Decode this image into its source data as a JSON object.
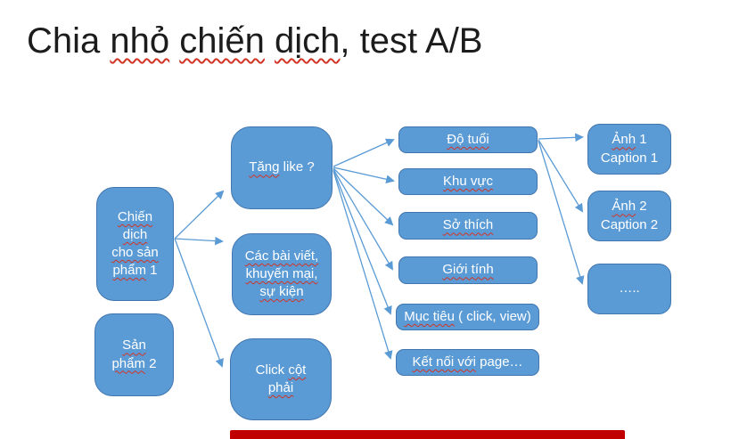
{
  "title": {
    "segments": [
      {
        "text": "Chia ",
        "misspelled": false
      },
      {
        "text": "nhỏ",
        "misspelled": true
      },
      {
        "text": " ",
        "misspelled": false
      },
      {
        "text": "chiến",
        "misspelled": true
      },
      {
        "text": " ",
        "misspelled": false
      },
      {
        "text": "dịch",
        "misspelled": true
      },
      {
        "text": ", test A/B",
        "misspelled": false
      }
    ]
  },
  "colors": {
    "background": "#FFFFFF",
    "box_fill": "#5B9BD5",
    "box_border": "#4176AE",
    "box_text": "#FFFFFF",
    "arrow": "#5B9BD5",
    "squiggle": "#D23425",
    "title_text": "#1C1C1C",
    "footer_bar": "#C00000"
  },
  "diagram": {
    "campaign_product1": {
      "lines": [
        [
          {
            "text": "Chiến",
            "misspelled": true
          }
        ],
        [
          {
            "text": "dịch",
            "misspelled": true
          }
        ],
        [
          {
            "text": "cho sản",
            "misspelled": true
          }
        ],
        [
          {
            "text": "phẩm",
            "misspelled": true
          },
          {
            "text": " 1",
            "misspelled": false
          }
        ]
      ]
    },
    "product2": {
      "lines": [
        [
          {
            "text": "Sản",
            "misspelled": true
          }
        ],
        [
          {
            "text": "phẩm",
            "misspelled": true
          },
          {
            "text": " 2",
            "misspelled": false
          }
        ]
      ]
    },
    "increase_like": {
      "lines": [
        [
          {
            "text": "Tăng",
            "misspelled": true
          },
          {
            "text": " like ?",
            "misspelled": false
          }
        ]
      ]
    },
    "posts_promos": {
      "lines": [
        [
          {
            "text": "Các bài viết,",
            "misspelled": true
          }
        ],
        [
          {
            "text": "khuyến mại,",
            "misspelled": true
          }
        ],
        [
          {
            "text": "sự kiện",
            "misspelled": true
          }
        ]
      ]
    },
    "click_right_column": {
      "lines": [
        [
          {
            "text": "Click ",
            "misspelled": false
          },
          {
            "text": "cột",
            "misspelled": true
          }
        ],
        [
          {
            "text": "phải",
            "misspelled": true
          }
        ]
      ]
    },
    "age": {
      "lines": [
        [
          {
            "text": "Độ tuổi",
            "misspelled": true
          }
        ]
      ]
    },
    "region": {
      "lines": [
        [
          {
            "text": "Khu vực",
            "misspelled": true
          }
        ]
      ]
    },
    "interest": {
      "lines": [
        [
          {
            "text": "Sở thích",
            "misspelled": true
          }
        ]
      ]
    },
    "gender": {
      "lines": [
        [
          {
            "text": "Giới tính",
            "misspelled": true
          }
        ]
      ]
    },
    "objective": {
      "lines": [
        [
          {
            "text": "Mục tiêu",
            "misspelled": true
          },
          {
            "text": " ( click, view)",
            "misspelled": false
          }
        ]
      ]
    },
    "page_connect": {
      "lines": [
        [
          {
            "text": "Kết nối với",
            "misspelled": true
          },
          {
            "text": " page…",
            "misspelled": false
          }
        ]
      ]
    },
    "photo1": {
      "lines": [
        [
          {
            "text": "Ảnh",
            "misspelled": true
          },
          {
            "text": " 1",
            "misspelled": false
          }
        ],
        [
          {
            "text": "Caption 1",
            "misspelled": false
          }
        ]
      ]
    },
    "photo2": {
      "lines": [
        [
          {
            "text": "Ảnh",
            "misspelled": true
          },
          {
            "text": " 2",
            "misspelled": false
          }
        ],
        [
          {
            "text": "Caption 2",
            "misspelled": false
          }
        ]
      ]
    },
    "more": {
      "lines": [
        [
          {
            "text": "…..",
            "misspelled": false
          }
        ]
      ]
    },
    "connections": [
      {
        "from": "campaign_product1",
        "to": "increase_like"
      },
      {
        "from": "campaign_product1",
        "to": "posts_promos"
      },
      {
        "from": "campaign_product1",
        "to": "click_right_column"
      },
      {
        "from": "increase_like",
        "to": "age"
      },
      {
        "from": "increase_like",
        "to": "region"
      },
      {
        "from": "increase_like",
        "to": "interest"
      },
      {
        "from": "increase_like",
        "to": "gender"
      },
      {
        "from": "increase_like",
        "to": "objective"
      },
      {
        "from": "increase_like",
        "to": "page_connect"
      },
      {
        "from": "age",
        "to": "photo1"
      },
      {
        "from": "age",
        "to": "photo2"
      },
      {
        "from": "age",
        "to": "more"
      }
    ]
  }
}
